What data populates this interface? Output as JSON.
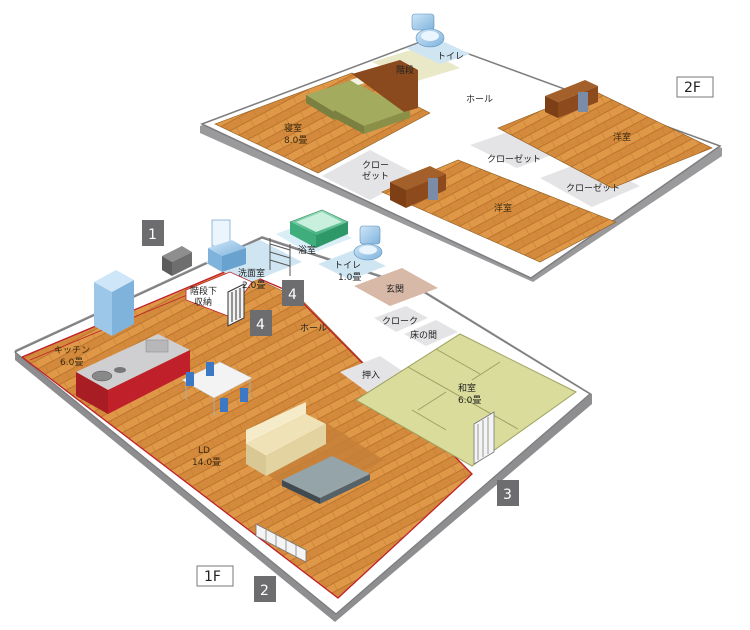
{
  "floors": {
    "upper": {
      "label": "2F",
      "rooms": {
        "toilet": "トイレ",
        "stairs": "階段",
        "hall": "ホール",
        "bedroom": "寝室",
        "bedroom_size": "8.0畳",
        "closet_left_1": "クロー",
        "closet_left_2": "ゼット",
        "closet_top": "クローゼット",
        "closet_right": "クローゼット",
        "western_right": "洋室",
        "western_center": "洋室"
      }
    },
    "lower": {
      "label": "1F",
      "rooms": {
        "bath": "浴室",
        "washroom": "洗面室",
        "washroom_size": "2.0畳",
        "toilet": "トイレ",
        "toilet_size": "1.0畳",
        "entrance": "玄関",
        "under_stairs_1": "階段下",
        "under_stairs_2": "収納",
        "hall": "ホール",
        "cloak": "クローク",
        "alcove": "床の間",
        "storage": "押入",
        "japanese": "和室",
        "japanese_size": "6.0畳",
        "kitchen": "キッチン",
        "kitchen_size": "6.0畳",
        "ld": "LD",
        "ld_size": "14.0畳"
      }
    }
  },
  "markers": [
    "1",
    "2",
    "3",
    "4",
    "4"
  ],
  "colors": {
    "wood": "#d48a3c",
    "wood_light": "#e9a85a",
    "tatami": "#d9dc9a",
    "gray_tile": "#e4e4e6",
    "wall_red": "#c0202a",
    "badge": "#6d6d6f",
    "bed_green": "#a3ab5f"
  }
}
